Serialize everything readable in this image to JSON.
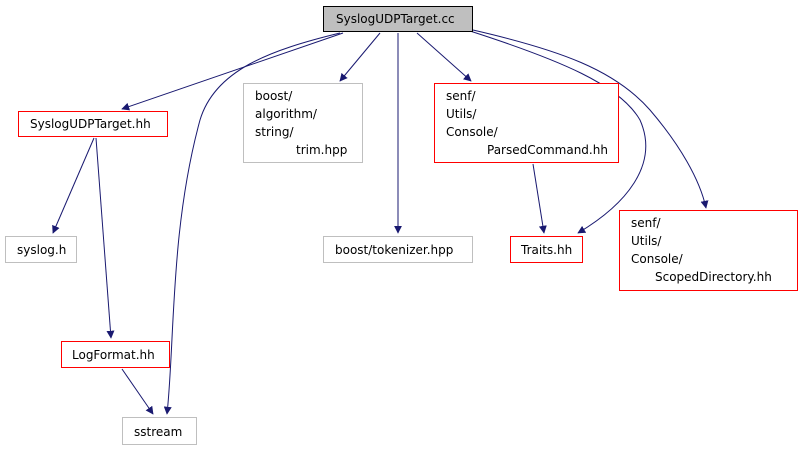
{
  "colors": {
    "edge": "#191970",
    "root_fill": "#bfbfbf",
    "root_border": "#000000",
    "local_border": "#ff0000",
    "external_border": "#bfbfbf"
  },
  "nodes": {
    "syslog_udp_target_cc": {
      "lines": [
        "SyslogUDPTarget.cc"
      ]
    },
    "syslog_udp_target_hh": {
      "lines": [
        "SyslogUDPTarget.hh"
      ]
    },
    "boost_trim": {
      "lines": [
        "boost/",
        "algorithm/",
        "string/",
        "trim.hpp"
      ]
    },
    "parsed_command": {
      "lines": [
        "senf/",
        "Utils/",
        "Console/",
        "ParsedCommand.hh"
      ]
    },
    "syslog_h": {
      "lines": [
        "syslog.h"
      ]
    },
    "boost_tokenizer": {
      "lines": [
        "boost/tokenizer.hpp"
      ]
    },
    "traits_hh": {
      "lines": [
        "Traits.hh"
      ]
    },
    "scoped_directory": {
      "lines": [
        "senf/",
        "Utils/",
        "Console/",
        "ScopedDirectory.hh"
      ]
    },
    "log_format": {
      "lines": [
        "LogFormat.hh"
      ]
    },
    "sstream": {
      "lines": [
        "sstream"
      ]
    }
  },
  "edges": [
    {
      "from": "syslog_udp_target_cc",
      "to": "syslog_udp_target_hh"
    },
    {
      "from": "syslog_udp_target_cc",
      "to": "sstream"
    },
    {
      "from": "syslog_udp_target_cc",
      "to": "boost_trim"
    },
    {
      "from": "syslog_udp_target_cc",
      "to": "boost_tokenizer"
    },
    {
      "from": "syslog_udp_target_cc",
      "to": "parsed_command"
    },
    {
      "from": "syslog_udp_target_cc",
      "to": "traits_hh"
    },
    {
      "from": "syslog_udp_target_cc",
      "to": "scoped_directory"
    },
    {
      "from": "syslog_udp_target_hh",
      "to": "syslog_h"
    },
    {
      "from": "syslog_udp_target_hh",
      "to": "log_format"
    },
    {
      "from": "parsed_command",
      "to": "traits_hh"
    },
    {
      "from": "log_format",
      "to": "sstream"
    }
  ]
}
